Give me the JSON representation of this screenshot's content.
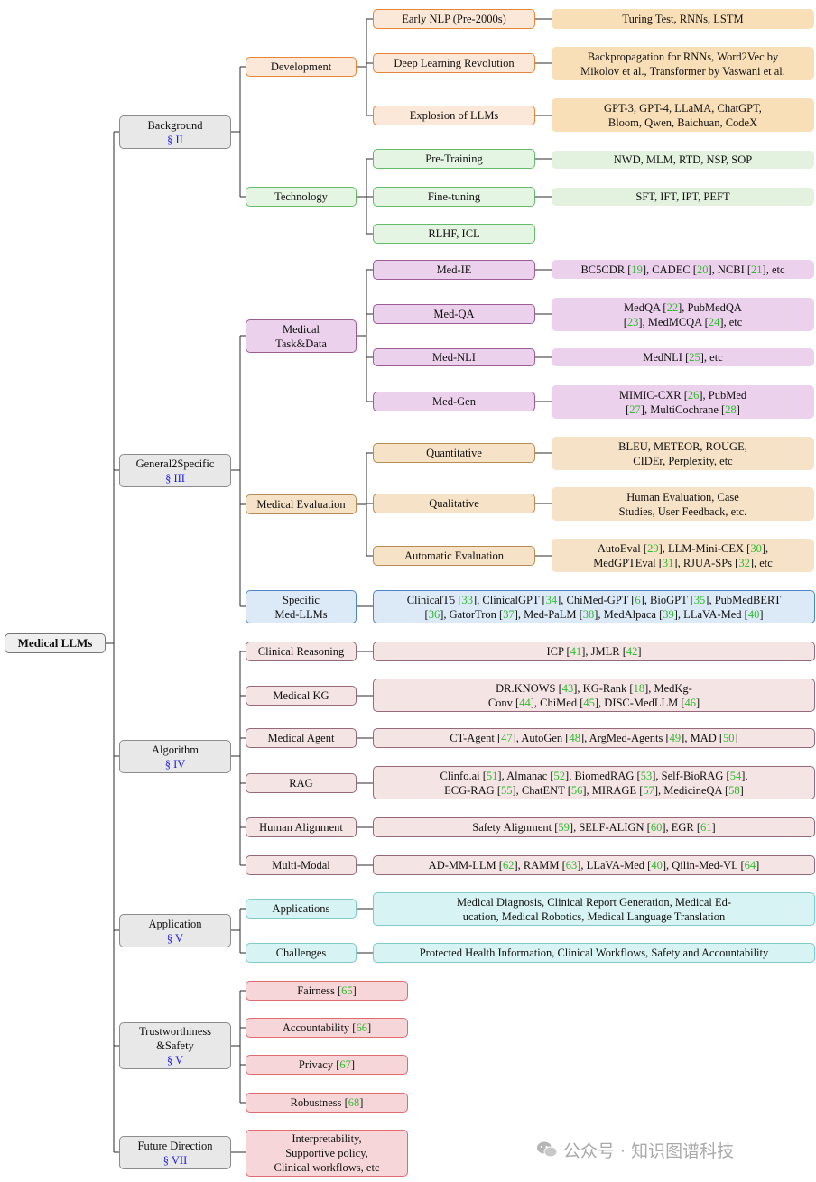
{
  "title": "Medical LLMs",
  "watermark": "公众号 · 知识图谱科技",
  "sections": {
    "background": {
      "label": "Background",
      "sec": "§ II",
      "development": {
        "label": "Development",
        "early_nlp": "Early NLP (Pre-2000s)",
        "early_nlp_leaf": "Turing Test, RNNs, LSTM",
        "dl_rev": "Deep Learning Revolution",
        "dl_rev_leaf1": "Backpropagation for RNNs, Word2Vec by",
        "dl_rev_leaf2": "Mikolov et al., Transformer by Vaswani et al.",
        "explosion": "Explosion of LLMs",
        "explosion_leaf1": "GPT-3, GPT-4, LLaMA, ChatGPT,",
        "explosion_leaf2": "Bloom, Qwen, Baichuan, CodeX"
      },
      "technology": {
        "label": "Technology",
        "pretraining": "Pre-Training",
        "pretraining_leaf": "NWD, MLM, RTD, NSP, SOP",
        "finetuning": "Fine-tuning",
        "finetuning_leaf": "SFT, IFT, IPT, PEFT",
        "rlhf": "RLHF, ICL"
      }
    },
    "general2specific": {
      "label": "General2Specific",
      "sec": "§ III",
      "task_data": {
        "label1": "Medical",
        "label2": "Task&Data",
        "med_ie": "Med-IE",
        "med_ie_a": "BC5CDR [",
        "med_ie_r1": "19",
        "med_ie_b": "], CADEC [",
        "med_ie_r2": "20",
        "med_ie_c": "], NCBI [",
        "med_ie_r3": "21",
        "med_ie_d": "], etc",
        "med_qa": "Med-QA",
        "med_qa_a": "MedQA [",
        "med_qa_r1": "22",
        "med_qa_b": "], PubMedQA",
        "med_qa_c": "[",
        "med_qa_r2": "23",
        "med_qa_d": "], MedMCQA [",
        "med_qa_r3": "24",
        "med_qa_e": "], etc",
        "med_nli": "Med-NLI",
        "med_nli_a": "MedNLI [",
        "med_nli_r1": "25",
        "med_nli_b": "], etc",
        "med_gen": "Med-Gen",
        "med_gen_a": "MIMIC-CXR [",
        "med_gen_r1": "26",
        "med_gen_b": "], PubMed",
        "med_gen_c": "[",
        "med_gen_r2": "27",
        "med_gen_d": "], MultiCochrane [",
        "med_gen_r3": "28",
        "med_gen_e": "]"
      },
      "evaluation": {
        "label": "Medical Evaluation",
        "quantitative": "Quantitative",
        "quant_leaf1": "BLEU, METEOR, ROUGE,",
        "quant_leaf2": "CIDEr, Perplexity, etc",
        "qualitative": "Qualitative",
        "qual_leaf1": "Human Evaluation, Case",
        "qual_leaf2": "Studies, User Feedback, etc.",
        "automatic": "Automatic Evaluation",
        "auto_a": "AutoEval [",
        "auto_r1": "29",
        "auto_b": "], LLM-Mini-CEX [",
        "auto_r2": "30",
        "auto_c": "],",
        "auto_d": "MedGPTEval [",
        "auto_r3": "31",
        "auto_e": "], RJUA-SPs [",
        "auto_r4": "32",
        "auto_f": "], etc"
      },
      "specific": {
        "label1": "Specific",
        "label2": "Med-LLMs",
        "s_a": "ClinicalT5 [",
        "s_r1": "33",
        "s_b": "], ClinicalGPT [",
        "s_r2": "34",
        "s_c": "], ChiMed-GPT [",
        "s_r3": "6",
        "s_d": "], BioGPT [",
        "s_r4": "35",
        "s_e": "], PubMedBERT",
        "s_f": "[",
        "s_r5": "36",
        "s_g": "], GatorTron [",
        "s_r6": "37",
        "s_h": "], Med-PaLM [",
        "s_r7": "38",
        "s_i": "], MedAlpaca [",
        "s_r8": "39",
        "s_j": "], LLaVA-Med [",
        "s_r9": "40",
        "s_k": "]"
      }
    },
    "algorithm": {
      "label": "Algorithm",
      "sec": "§ IV",
      "reasoning": "Clinical Reasoning",
      "reasoning_a": "ICP [",
      "reasoning_r1": "41",
      "reasoning_b": "], JMLR [",
      "reasoning_r2": "42",
      "reasoning_c": "]",
      "kg": "Medical KG",
      "kg_a": "DR.KNOWS [",
      "kg_r1": "43",
      "kg_b": "], KG-Rank [",
      "kg_r2": "18",
      "kg_c": "], MedKg-",
      "kg_d": "Conv [",
      "kg_r3": "44",
      "kg_e": "], ChiMed [",
      "kg_r4": "45",
      "kg_f": "], DISC-MedLLM [",
      "kg_r5": "46",
      "kg_g": "]",
      "agent": "Medical Agent",
      "agent_a": "CT-Agent [",
      "agent_r1": "47",
      "agent_b": "], AutoGen [",
      "agent_r2": "48",
      "agent_c": "], ArgMed-Agents [",
      "agent_r3": "49",
      "agent_d": "], MAD [",
      "agent_r4": "50",
      "agent_e": "]",
      "rag": "RAG",
      "rag_a": "Clinfo.ai [",
      "rag_r1": "51",
      "rag_b": "], Almanac [",
      "rag_r2": "52",
      "rag_c": "], BiomedRAG [",
      "rag_r3": "53",
      "rag_d": "], Self-BioRAG [",
      "rag_r4": "54",
      "rag_e": "],",
      "rag_f": "ECG-RAG [",
      "rag_r5": "55",
      "rag_g": "], ChatENT [",
      "rag_r6": "56",
      "rag_h": "], MIRAGE [",
      "rag_r7": "57",
      "rag_i": "], MedicineQA [",
      "rag_r8": "58",
      "rag_j": "]",
      "alignment": "Human Alignment",
      "align_a": "Safety Alignment [",
      "align_r1": "59",
      "align_b": "], SELF-ALIGN [",
      "align_r2": "60",
      "align_c": "], EGR [",
      "align_r3": "61",
      "align_d": "]",
      "multimodal": "Multi-Modal",
      "mm_a": "AD-MM-LLM [",
      "mm_r1": "62",
      "mm_b": "], RAMM [",
      "mm_r2": "63",
      "mm_c": "], LLaVA-Med [",
      "mm_r3": "40",
      "mm_d": "], Qilin-Med-VL [",
      "mm_r4": "64",
      "mm_e": "]"
    },
    "application": {
      "label": "Application",
      "sec": "§ V",
      "applications": "Applications",
      "app_leaf1": "Medical Diagnosis, Clinical Report Generation, Medical Ed-",
      "app_leaf2": "ucation, Medical Robotics, Medical Language Translation",
      "challenges": "Challenges",
      "chal_leaf": "Protected Health Information, Clinical Workflows, Safety and Accountability"
    },
    "trust": {
      "label1": "Trustworthiness",
      "label2": "&Safety",
      "sec": "§ V",
      "fairness": "Fairness [",
      "fairness_r": "65",
      "accountability": "Accountability [",
      "accountability_r": "66",
      "privacy": "Privacy [",
      "privacy_r": "67",
      "robustness": "Robustness [",
      "robustness_r": "68",
      "close": "]"
    },
    "future": {
      "label": "Future Direction",
      "sec": "§ VII",
      "leaf1": "Interpretability,",
      "leaf2": "Supportive policy,",
      "leaf3": "Clinical workflows, etc"
    }
  },
  "colors": {
    "wire": "#2b2b2b",
    "ref": "#2ebd2e",
    "section": "#1a1ae6"
  }
}
